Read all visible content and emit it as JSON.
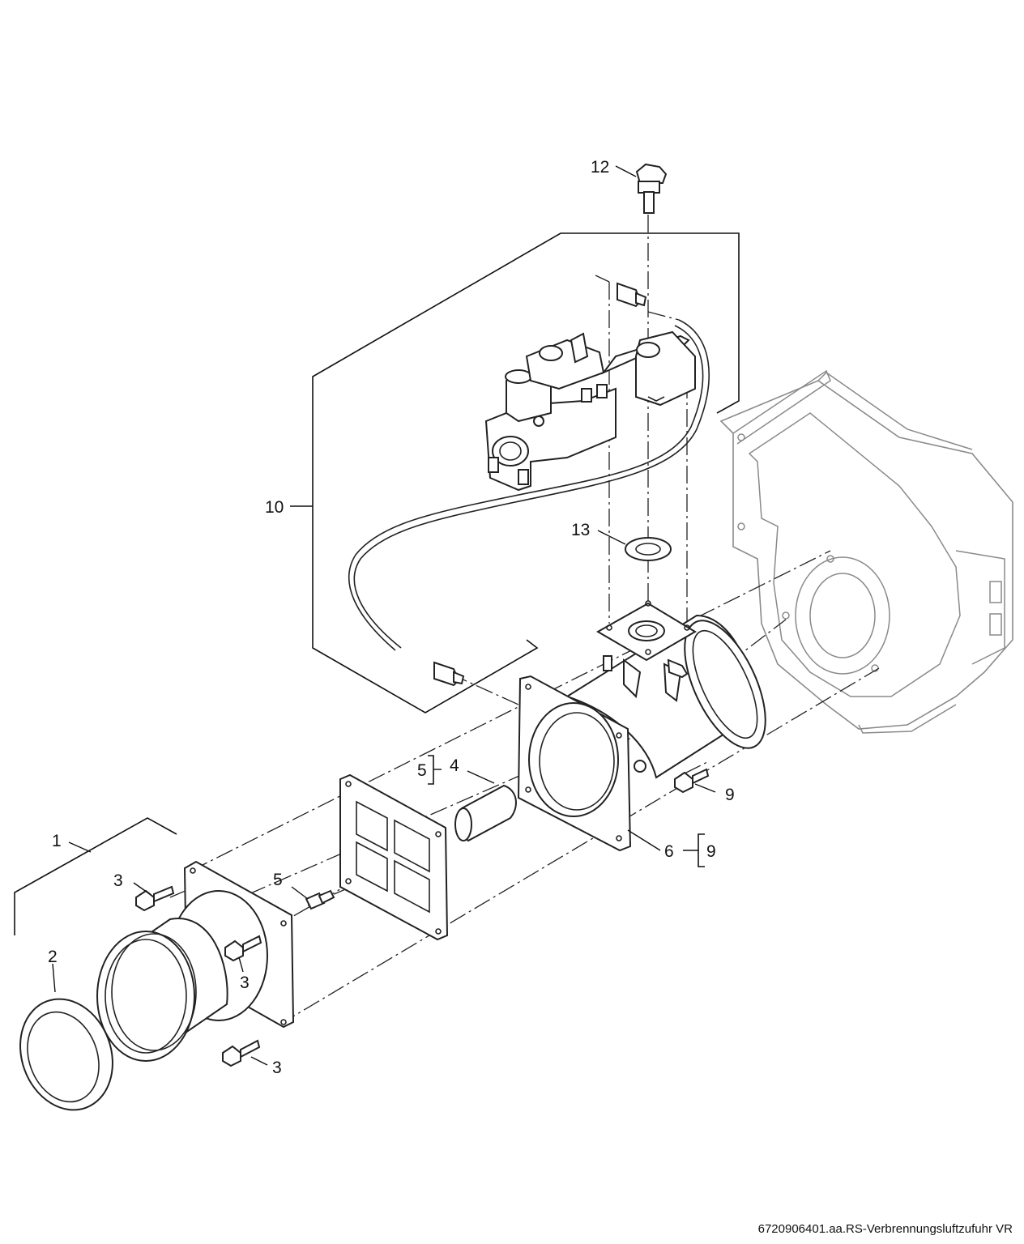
{
  "caption": "6720906401.aa.RS-Verbrennungsluftzufuhr VR",
  "callouts": {
    "c1": "1",
    "c2": "2",
    "c3a": "3",
    "c3b": "3",
    "c3c": "3",
    "c4": "4",
    "c5a": "5",
    "c5b": "5",
    "c6": "6",
    "c9a": "9",
    "c9b": "9",
    "c10": "10",
    "c12": "12",
    "c13": "13"
  }
}
